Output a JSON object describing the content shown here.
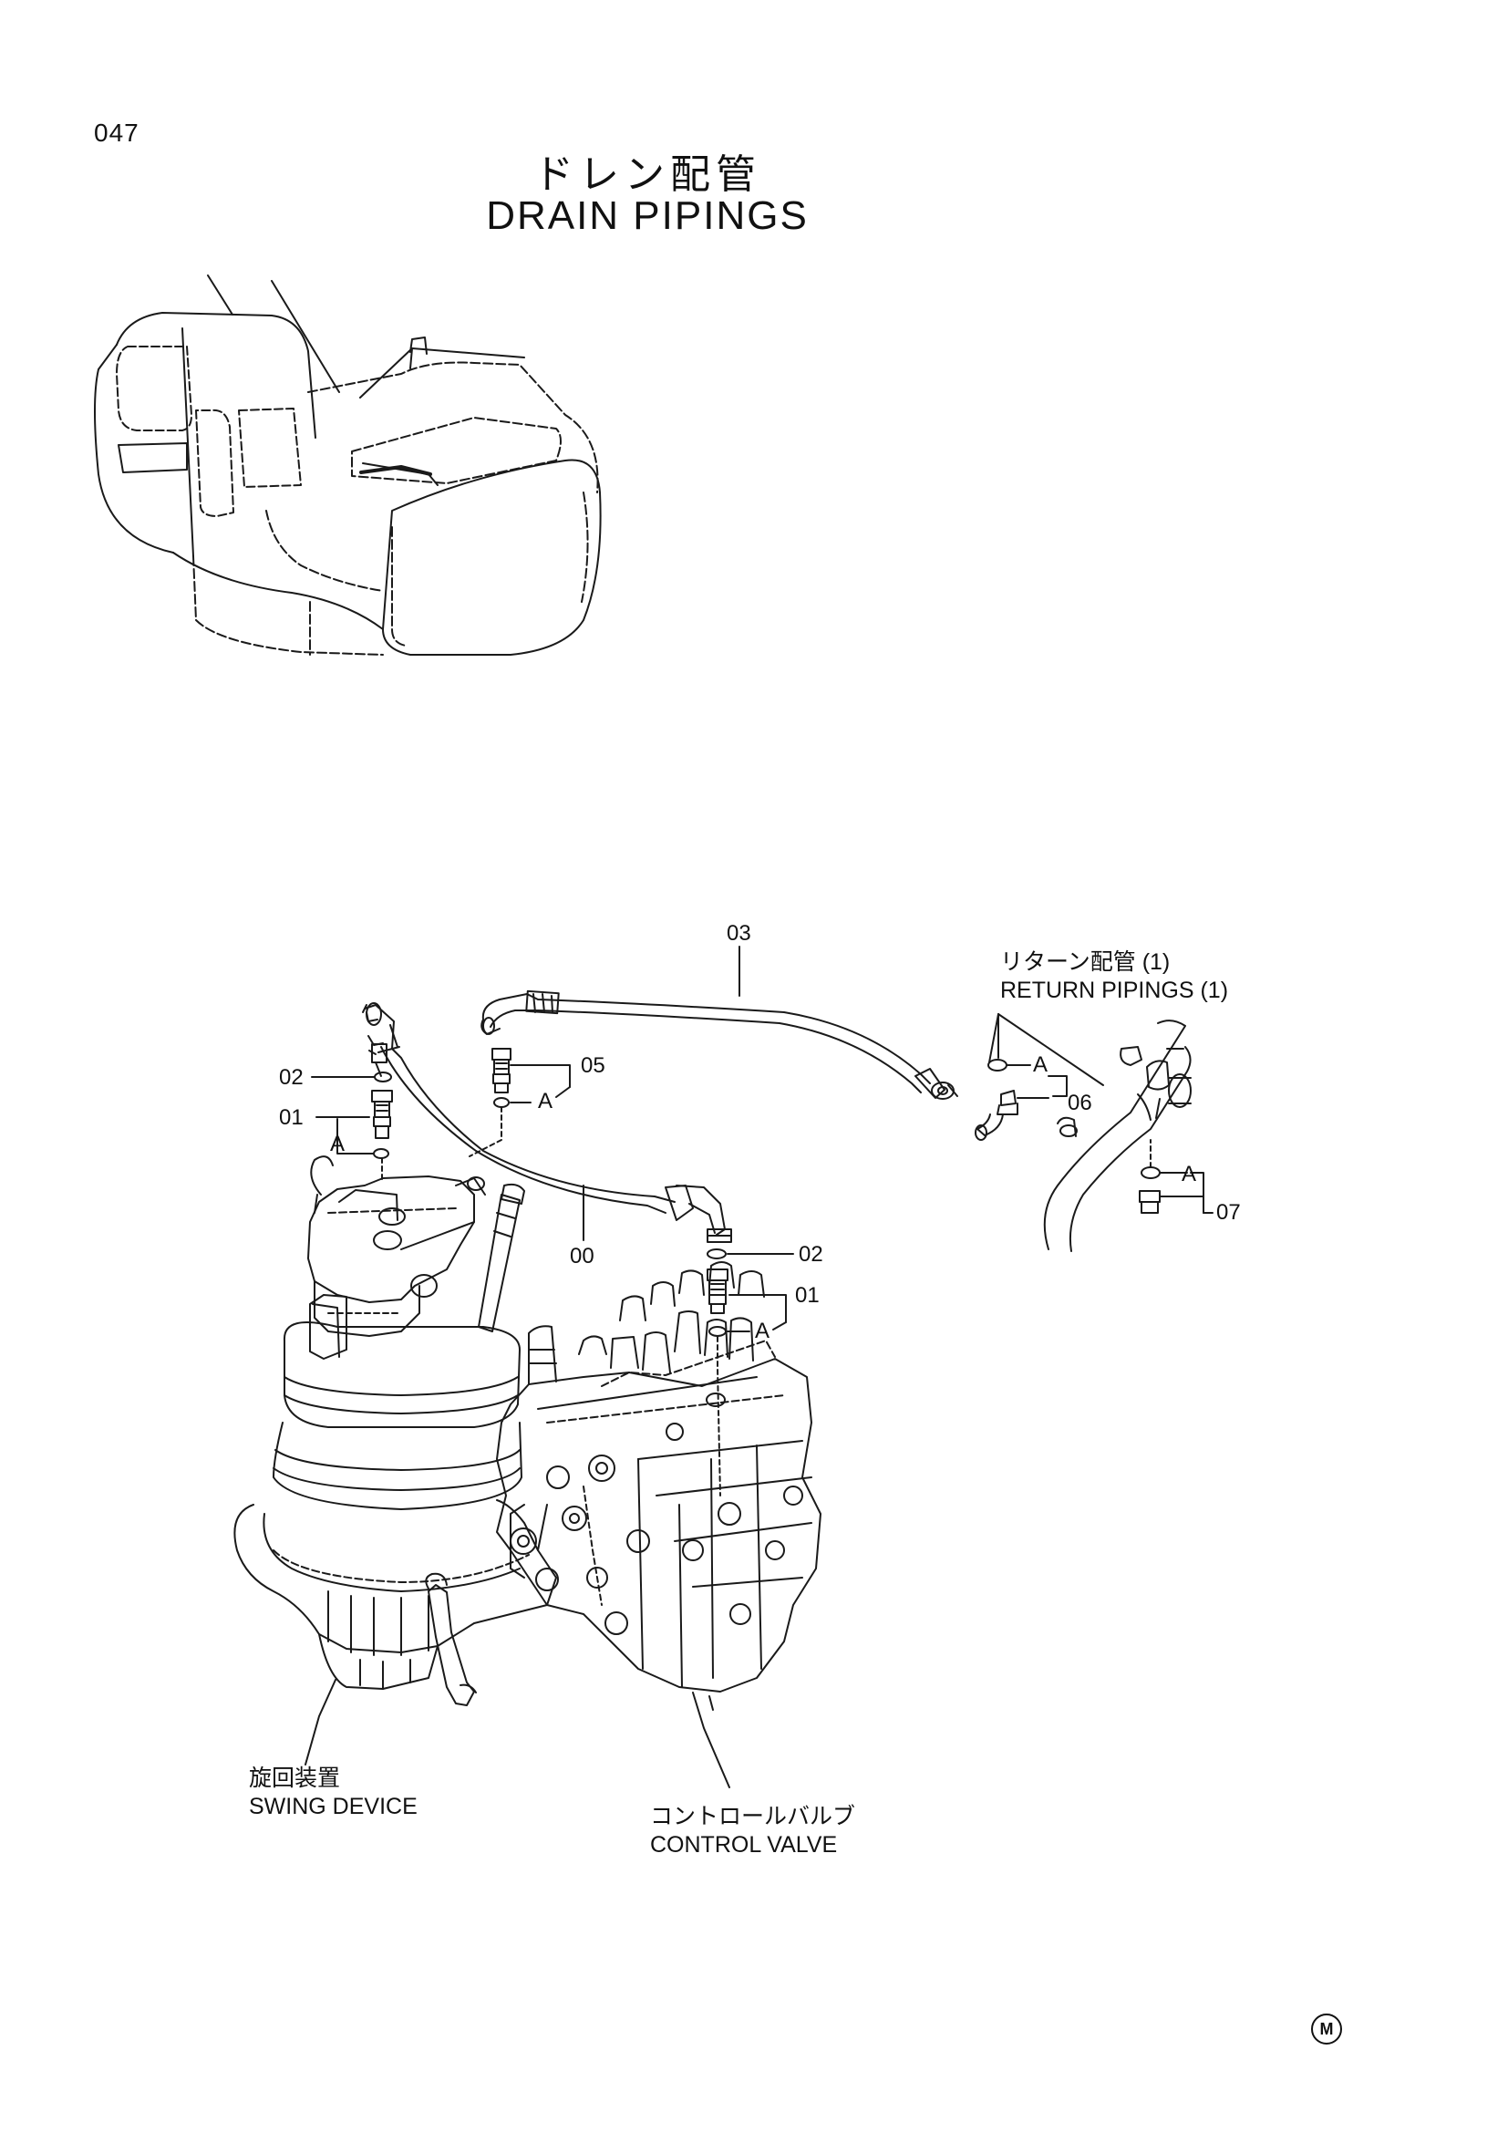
{
  "header": {
    "page_number": "047",
    "title_jp": "ドレン配管",
    "title_en": "DRAIN  PIPINGS"
  },
  "callouts": {
    "p00": "00",
    "p01_left": "01",
    "p01_right": "01",
    "p02_left": "02",
    "p02_right": "02",
    "p03": "03",
    "p05": "05",
    "p06": "06",
    "p07": "07",
    "a1": "A",
    "a2": "A",
    "a3": "A",
    "a4": "A",
    "a5": "A"
  },
  "components": {
    "return_jp": "リターン配管 (1)",
    "return_en": "RETURN  PIPINGS (1)",
    "swing_jp": "旋回装置",
    "swing_en": "SWING DEVICE",
    "valve_jp": "コントロールバルブ",
    "valve_en": "CONTROL VALVE"
  },
  "footer": {
    "mark": "M"
  }
}
